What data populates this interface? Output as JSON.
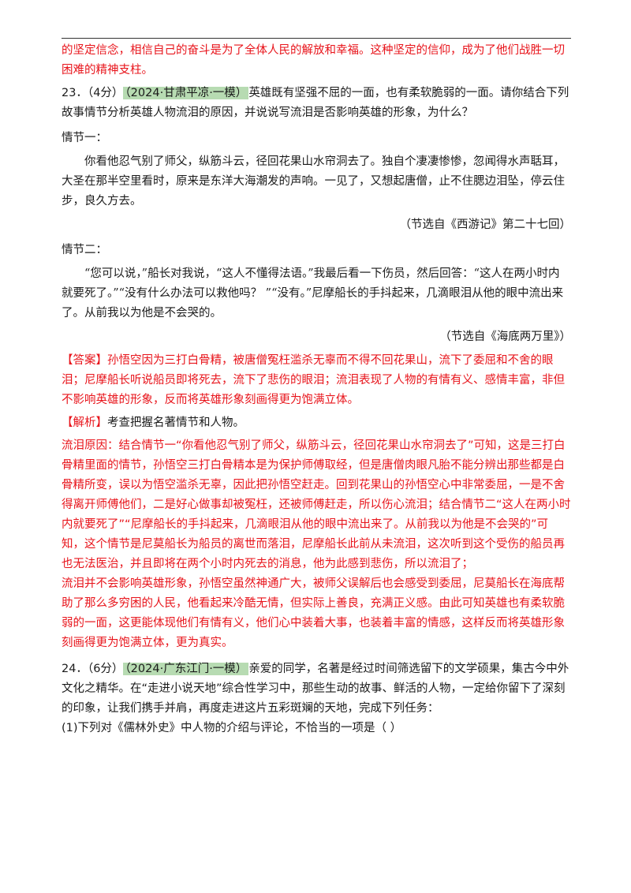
{
  "intro_text": "的坚定信念，相信自己的奋斗是为了全体人民的解放和幸福。这种坚定的信仰，成为了他们战胜一切困难的精神支柱。",
  "q23": {
    "num": "23．",
    "score": "（4分）",
    "tag": "（2024·甘肃平凉·一模）",
    "text": "英雄既有坚强不屈的一面，也有柔软脆弱的一面。请你结合下列故事情节分析英雄人物流泪的原因，并说说写流泪是否影响英雄的形象，为什么？",
    "plot1_label": "情节一：",
    "plot1_text": "你看他忍气别了师父，纵筋斗云，径回花果山水帘洞去了。独自个凄凄惨惨，忽闻得水声聒耳，大圣在那半空里看时，原来是东洋大海潮发的声响。一见了，又想起唐僧，止不住腮边泪坠，停云住步，良久方去。",
    "plot1_source": "（节选自《西游记》第二十七回）",
    "plot2_label": "情节二：",
    "plot2_text": "“您可以说，”船长对我说，“这人不懂得法语。”我最后看一下伤员，然后回答：“这人在两小时内就要死了。”“没有什么办法可以救他吗？ ”“没有。”尼摩船长的手抖起来，几滴眼泪从他的眼中流出来了。从前我以为他是不会哭的。",
    "plot2_source": "（节选自《海底两万里》）",
    "answer_label": "【答案】",
    "answer_text": "孙悟空因为三打白骨精，被唐僧冤枉滥杀无辜而不得不回花果山，流下了委屈和不舍的眼泪；尼摩船长听说船员即将死去，流下了悲伤的眼泪；流泪表现了人物的有情有义、感情丰富，非但不影响英雄的形象，反而将英雄形象刻画得更为饱满立体。",
    "analysis_label": "【解析】",
    "analysis_intro": "考查把握名著情节和人物。",
    "analysis_p1": "流泪原因：结合情节一“你看他忍气别了师父，纵筋斗云，径回花果山水帘洞去了”可知，这是三打白骨精里面的情节，孙悟空三打白骨精本是为保护师傅取经，但是唐僧肉眼凡胎不能分辨出那些都是白骨精所变，误以为悟空滥杀无辜，因此把孙悟空赶走。回到花果山的孙悟空心中非常委屈，一是不舍得离开师傅他们，二是好心做事却被冤枉，还被师傅赶走，所以伤心流泪；结合情节二“这人在两小时内就要死了”“尼摩船长的手抖起来，几滴眼泪从他的眼中流出来了。从前我以为他是不会哭的”可知，这个情节是尼莫船长为船员的离世而落泪，尼摩船长此前从未流泪，这次听到这个受伤的船员再也无法医治，并且即将在两个小时内死去的消息，他为此感到悲伤，所以流泪了；",
    "analysis_p2": "流泪并不会影响英雄形象，孙悟空虽然神通广大，被师父误解后也会感受到委屈，尼莫船长在海底帮助了那么多穷困的人民，他看起来冷酷无情，但实际上善良，充满正义感。由此可知英雄也有柔软脆弱的一面，这更能体现他们有情有义，他们心中装着大事，也装着丰富的情感，这样反而将英雄形象刻画得更为饱满立体，更为真实。"
  },
  "q24": {
    "num": "24．",
    "score": "（6分）",
    "tag": "（2024·广东江门·一模）",
    "text": "亲爱的同学，名著是经过时间筛选留下的文学硕果，集古今中外文化之精华。在“走进小说天地”综合性学习中，那些生动的故事、鲜活的人物，一定给你留下了深刻的印象，让我们携手并肩，再度走进这片五彩斑斓的天地，完成下列任务：",
    "sub1": "(1)下列对《儒林外史》中人物的介绍与评论，不恰当的一项是（    ）"
  }
}
